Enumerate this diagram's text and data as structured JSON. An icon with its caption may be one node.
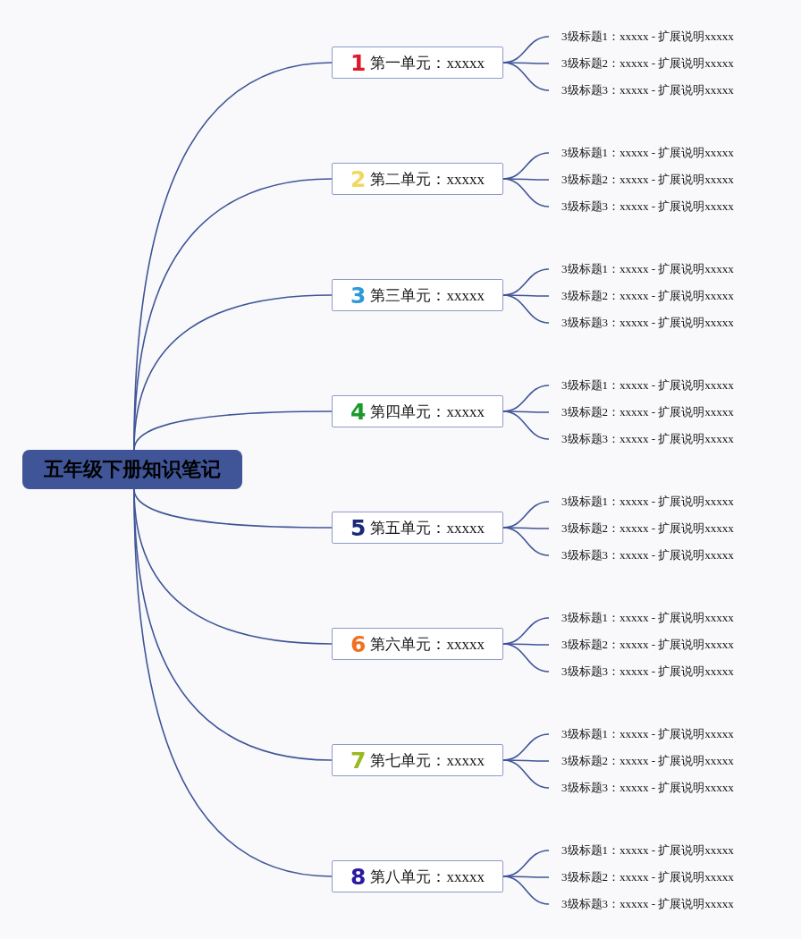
{
  "diagram": {
    "nodes": [
      {
        "text": [
          "五年级下册知识笔记"
        ]
      },
      {
        "text": [
          "1",
          "第一单元：xxxxx"
        ]
      },
      {
        "text": [
          "3级标题1：xxxxx - 扩展说明xxxxx"
        ]
      },
      {
        "text": [
          "3级标题2：xxxxx - 扩展说明xxxxx"
        ]
      },
      {
        "text": [
          "3级标题3：xxxxx - 扩展说明xxxxx"
        ]
      },
      {
        "text": [
          "2",
          "第二单元：xxxxx"
        ]
      },
      {
        "text": [
          "3级标题1：xxxxx - 扩展说明xxxxx"
        ]
      },
      {
        "text": [
          "3级标题2：xxxxx - 扩展说明xxxxx"
        ]
      },
      {
        "text": [
          "3级标题3：xxxxx - 扩展说明xxxxx"
        ]
      },
      {
        "text": [
          "3",
          "第三单元：xxxxx"
        ]
      },
      {
        "text": [
          "3级标题1：xxxxx - 扩展说明xxxxx"
        ]
      },
      {
        "text": [
          "3级标题2：xxxxx - 扩展说明xxxxx"
        ]
      },
      {
        "text": [
          "3级标题3：xxxxx - 扩展说明xxxxx"
        ]
      },
      {
        "text": [
          "4",
          "第四单元：xxxxx"
        ]
      },
      {
        "text": [
          "3级标题1：xxxxx - 扩展说明xxxxx"
        ]
      },
      {
        "text": [
          "3级标题2：xxxxx - 扩展说明xxxxx"
        ]
      },
      {
        "text": [
          "3级标题3：xxxxx - 扩展说明xxxxx"
        ]
      },
      {
        "text": [
          "5",
          "第五单元：xxxxx"
        ]
      },
      {
        "text": [
          "3级标题1：xxxxx - 扩展说明xxxxx"
        ]
      },
      {
        "text": [
          "3级标题2：xxxxx - 扩展说明xxxxx"
        ]
      },
      {
        "text": [
          "3级标题3：xxxxx - 扩展说明xxxxx"
        ]
      },
      {
        "text": [
          "6",
          "第六单元：xxxxx"
        ]
      },
      {
        "text": [
          "3级标题1：xxxxx - 扩展说明xxxxx"
        ]
      },
      {
        "text": [
          "3级标题2：xxxxx - 扩展说明xxxxx"
        ]
      },
      {
        "text": [
          "3级标题3：xxxxx - 扩展说明xxxxx"
        ]
      },
      {
        "text": [
          "7",
          "第七单元：xxxxx"
        ]
      },
      {
        "text": [
          "3级标题1：xxxxx - 扩展说明xxxxx"
        ]
      },
      {
        "text": [
          "3级标题2：xxxxx - 扩展说明xxxxx"
        ]
      },
      {
        "text": [
          "3级标题3：xxxxx - 扩展说明xxxxx"
        ]
      },
      {
        "text": [
          "8",
          "第八单元：xxxxx"
        ]
      },
      {
        "text": [
          "3级标题1：xxxxx - 扩展说明xxxxx"
        ]
      },
      {
        "text": [
          "3级标题2：xxxxx - 扩展说明xxxxx"
        ]
      },
      {
        "text": [
          "3级标题3：xxxxx - 扩展说明xxxxx"
        ]
      }
    ],
    "edges": [
      {
        "from": 0,
        "to": 1,
        "arrow": "none"
      },
      {
        "from": 1,
        "to": 2,
        "arrow": "none"
      },
      {
        "from": 1,
        "to": 3,
        "arrow": "none"
      },
      {
        "from": 1,
        "to": 4,
        "arrow": "none"
      },
      {
        "from": 0,
        "to": 5,
        "arrow": "none"
      },
      {
        "from": 5,
        "to": 6,
        "arrow": "none"
      },
      {
        "from": 5,
        "to": 7,
        "arrow": "none"
      },
      {
        "from": 5,
        "to": 8,
        "arrow": "none"
      },
      {
        "from": 0,
        "to": 9,
        "arrow": "none"
      },
      {
        "from": 9,
        "to": 10,
        "arrow": "none"
      },
      {
        "from": 9,
        "to": 11,
        "arrow": "none"
      },
      {
        "from": 9,
        "to": 12,
        "arrow": "none"
      },
      {
        "from": 0,
        "to": 13,
        "arrow": "none"
      },
      {
        "from": 13,
        "to": 14,
        "arrow": "none"
      },
      {
        "from": 13,
        "to": 15,
        "arrow": "none"
      },
      {
        "from": 13,
        "to": 16,
        "arrow": "none"
      },
      {
        "from": 0,
        "to": 17,
        "arrow": "none"
      },
      {
        "from": 17,
        "to": 18,
        "arrow": "none"
      },
      {
        "from": 17,
        "to": 19,
        "arrow": "none"
      },
      {
        "from": 17,
        "to": 20,
        "arrow": "none"
      },
      {
        "from": 0,
        "to": 21,
        "arrow": "none"
      },
      {
        "from": 21,
        "to": 22,
        "arrow": "none"
      },
      {
        "from": 21,
        "to": 23,
        "arrow": "none"
      },
      {
        "from": 21,
        "to": 24,
        "arrow": "none"
      },
      {
        "from": 0,
        "to": 25,
        "arrow": "none"
      },
      {
        "from": 25,
        "to": 26,
        "arrow": "none"
      },
      {
        "from": 25,
        "to": 27,
        "arrow": "none"
      },
      {
        "from": 25,
        "to": 28,
        "arrow": "none"
      },
      {
        "from": 0,
        "to": 29,
        "arrow": "none"
      },
      {
        "from": 29,
        "to": 30,
        "arrow": "none"
      },
      {
        "from": 29,
        "to": 31,
        "arrow": "none"
      },
      {
        "from": 29,
        "to": 32,
        "arrow": "none"
      }
    ]
  }
}
